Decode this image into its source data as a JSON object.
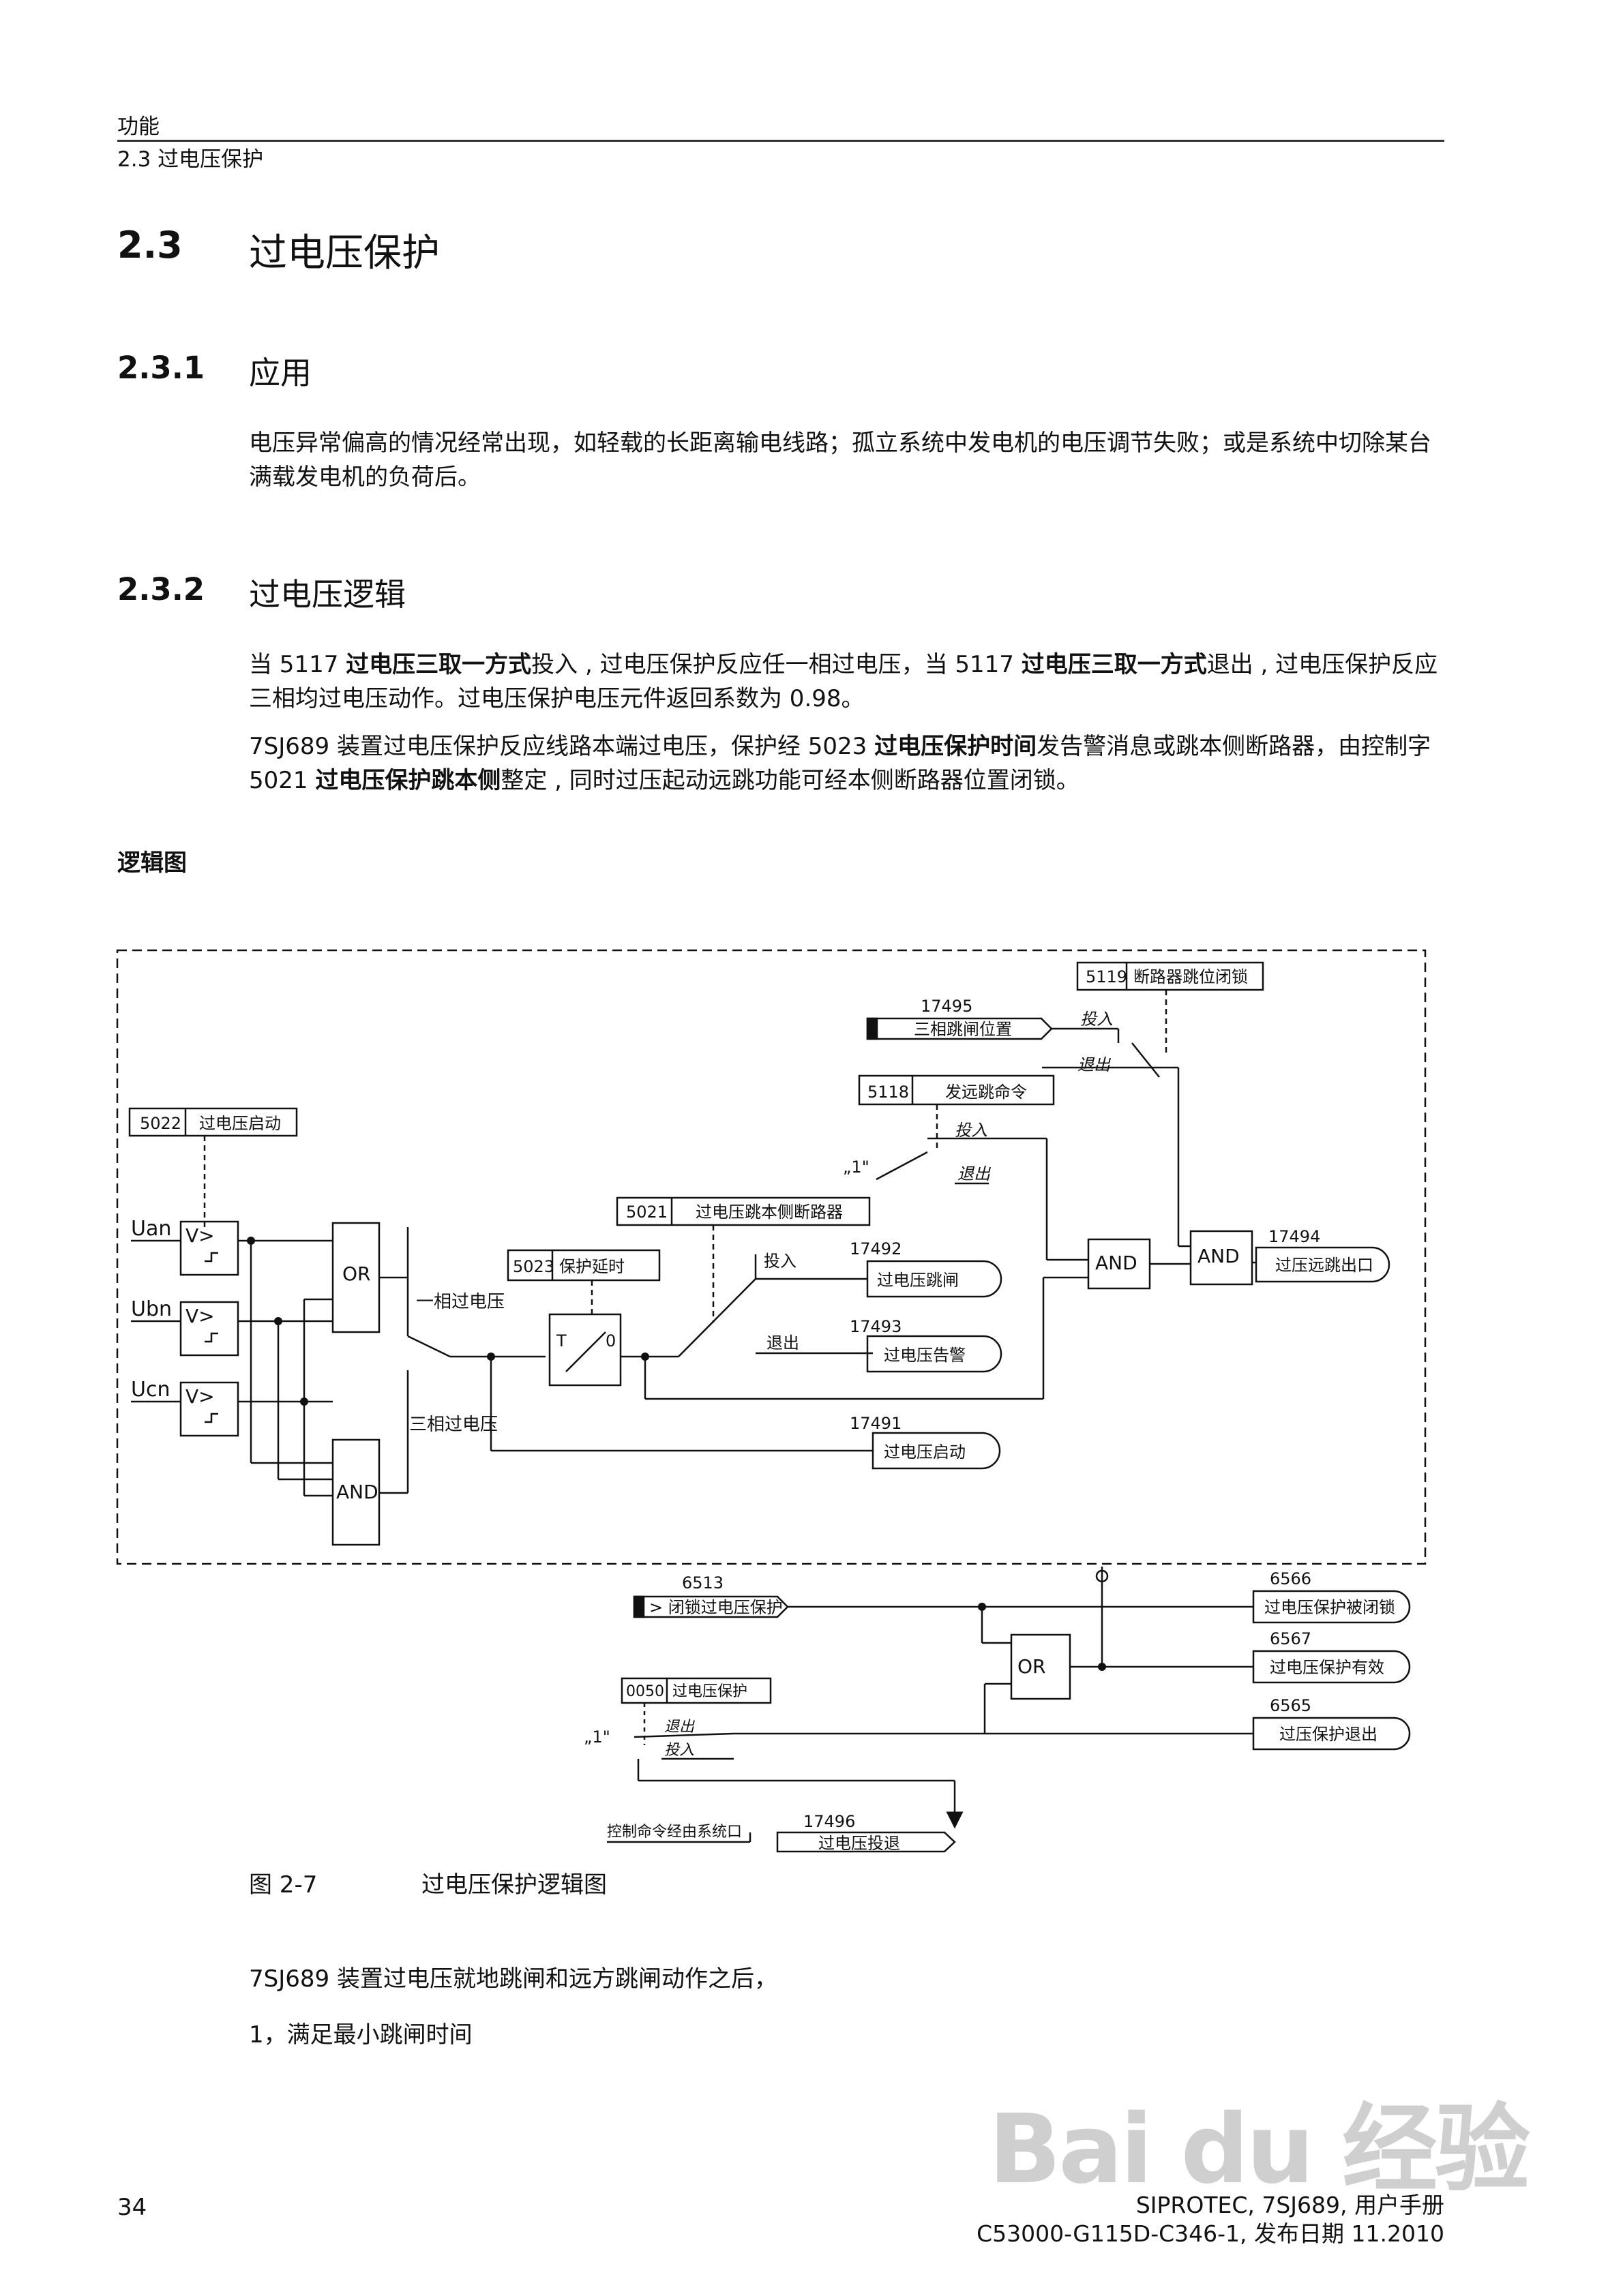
{
  "header": {
    "line1": "功能",
    "line2": "2.3 过电压保护"
  },
  "section": {
    "num": "2.3",
    "title": "过电压保护"
  },
  "sub1": {
    "num": "2.3.1",
    "title": "应用",
    "para": "电压异常偏高的情况经常出现，如轻载的长距离输电线路；孤立系统中发电机的电压调节失败；或是系统中切除某台满载发电机的负荷后。"
  },
  "sub2": {
    "num": "2.3.2",
    "title": "过电压逻辑",
    "p1": {
      "a": "当 5117 ",
      "b": "过电压三取一方式",
      "c": "投入 , 过电压保护反应任一相过电压，当 5117 ",
      "d": "过电压三取一方式",
      "e": "退出 , 过电压保护反应三相均过电压动作。过电压保护电压元件返回系数为 0.98。"
    },
    "p2": {
      "a": "7SJ689 装置过电压保护反应线路本端过电压，保护经 5023 ",
      "b": "过电压保护时间",
      "c": "发告警消息或跳本侧断路器，由控制字 5021 ",
      "d": "过电压保护跳本侧",
      "e": "整定 , 同时过压起动远跳功能可经本侧断路器位置闭锁。"
    }
  },
  "logic_label": "逻辑图",
  "diagram": {
    "inputs": [
      "Uan",
      "Ubn",
      "Ucn"
    ],
    "comparator": "V>",
    "gate_or": "OR",
    "gate_and": "AND",
    "s5022": {
      "num": "5022",
      "label": "过电压启动"
    },
    "s5023": {
      "num": "5023",
      "label": "保护延时"
    },
    "s5021": {
      "num": "5021",
      "label": "过电压跳本侧断路器"
    },
    "s5118": {
      "num": "5118",
      "label": "发远跳命令"
    },
    "s5119": {
      "num": "5119",
      "label": "断路器跳位闭锁"
    },
    "timer_t": "T",
    "timer_0": "0",
    "single_phase": "一相过电压",
    "three_phase": "三相过电压",
    "on": "投入",
    "off": "退出",
    "const_one": "„1\"",
    "o17495": {
      "num": "17495",
      "label": "三相跳闸位置"
    },
    "o17492": {
      "num": "17492",
      "label": "过电压跳闸"
    },
    "o17493": {
      "num": "17493",
      "label": "过电压告警"
    },
    "o17491": {
      "num": "17491",
      "label": "过电压启动"
    },
    "o17494": {
      "num": "17494",
      "label": "过压远跳出口"
    },
    "i6513": {
      "num": "6513",
      "label": "> 闭锁过电压保护"
    },
    "o6566": {
      "num": "6566",
      "label": "过电压保护被闭锁"
    },
    "o6567": {
      "num": "6567",
      "label": "过电压保护有效"
    },
    "o6565": {
      "num": "6565",
      "label": "过压保护退出"
    },
    "s0050": {
      "num": "0050",
      "label": "过电压保护"
    },
    "ctrl": "控制命令经由系统口",
    "o17496": {
      "num": "17496",
      "label": "过电压投退"
    }
  },
  "figure": {
    "num": "图  2-7",
    "title": "过电压保护逻辑图"
  },
  "after": {
    "p1": "7SJ689 装置过电压就地跳闸和远方跳闸动作之后，",
    "p2": "1，满足最小跳闸时间"
  },
  "footer": {
    "page": "34",
    "r1": "SIPROTEC, 7SJ689, 用户手册",
    "r2": "C53000-G115D-C346-1, 发布日期 11.2010"
  },
  "watermark": "Bai du 经验"
}
